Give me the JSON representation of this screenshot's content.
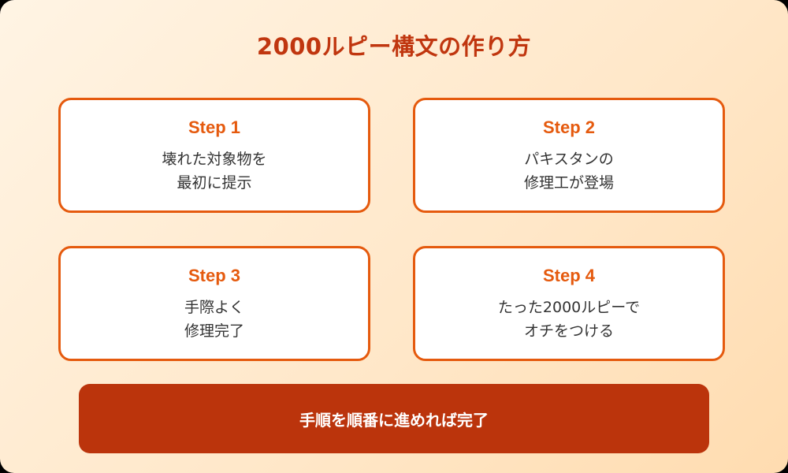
{
  "title": "2000ルピー構文の作り方",
  "steps": [
    {
      "label": "Step 1",
      "line1": "壊れた対象物を",
      "line2": "最初に提示"
    },
    {
      "label": "Step 2",
      "line1": "パキスタンの",
      "line2": "修理工が登場"
    },
    {
      "label": "Step 3",
      "line1": "手際よく",
      "line2": "修理完了"
    },
    {
      "label": "Step 4",
      "line1": "たった2000ルピーで",
      "line2": "オチをつける"
    }
  ],
  "banner": {
    "text": "手順を順番に進めれば完了"
  },
  "colors": {
    "title": "#c0360f",
    "step_accent": "#e55a0e",
    "banner_bg": "#bb340c",
    "background_start": "#fff4e4",
    "background_end": "#ffdcb0"
  }
}
